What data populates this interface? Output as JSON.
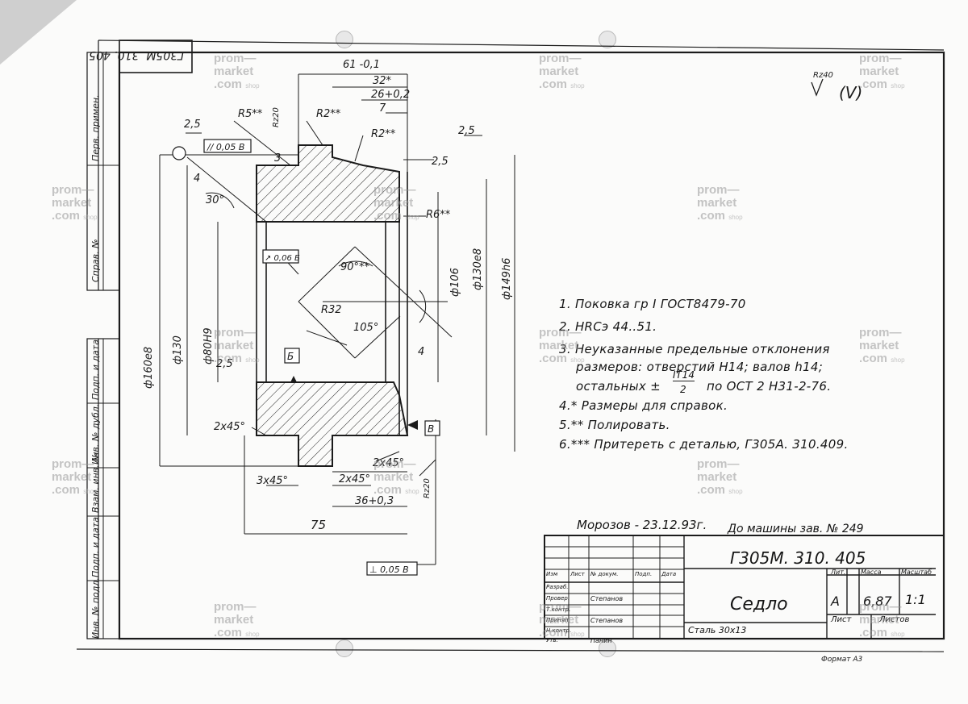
{
  "drawing": {
    "designation": "Г305М. 310. 405",
    "designation_corner": "Г305М. 310. 405",
    "part_name": "Седло",
    "material": "Сталь 30х13",
    "mass": "6,87",
    "scale": "1:1",
    "letter": "А",
    "format": "Формат А3",
    "roughness_general": "Rz40",
    "roughness_other": "(V)",
    "signature_note": "Морозов - 23.12.93г.",
    "machine_note": "До машины зав. № 249"
  },
  "notes": [
    "1. Поковка гр I ГОСТ8479-70",
    "2. НRCэ 44..51.",
    "3. Неуказанные предельные отклонения",
    "размеров: отверстий Н14; валов h14;",
    "остальных ±",
    "IT14",
    "2",
    "по ОСТ 2 Н31-2-76.",
    "4.* Размеры для справок.",
    "5.** Полировать.",
    "6.*** Притереть с деталью, Г305А. 310.409."
  ],
  "dimensions": {
    "d_160": "ф160е8",
    "d_130": "ф130",
    "d_80": "ф80Н9",
    "d_106": "ф106",
    "d_130e8": "ф130е8",
    "d_149": "ф149h6",
    "len_61": "61 -0,1",
    "len_32": "32*",
    "len_26": "26+0,2",
    "len_7": "7",
    "len_3": "3",
    "len_4": "4",
    "len_75": "75",
    "len_36": "36+0,3",
    "len_25": "2,5",
    "r5": "R5**",
    "r2a": "R2**",
    "r2b": "R2**",
    "rz20_a": "Rz20",
    "rz20_b": "Rz20",
    "r6": "R6**",
    "r32": "R32",
    "angle_90": "90°**",
    "angle_105": "105°",
    "angle_30": "30°",
    "chamfer_1": "2х45°",
    "chamfer_2": "3х45°",
    "chamfer_3": "2х45°",
    "chamfer_4": "2х45°",
    "rough_25a": "2,5",
    "rough_25b": "2,5",
    "rough_25c": "2,5",
    "rough_25d": "2,5",
    "rough_4": "4",
    "tol_parallel": "// 0,05 В",
    "tol_perp": "⊥ 0,05 В",
    "tol_runout": "↗ 0,06 Б",
    "datum_b": "Б",
    "datum_v": "В"
  },
  "title_block": {
    "row_headers": [
      "Изм",
      "Лист",
      "№ докум.",
      "Подп.",
      "Дата"
    ],
    "roles": [
      "Разраб.",
      "Провер.",
      "Т.контр.",
      "Принял",
      "Н.контр.",
      "Утв."
    ],
    "names": [
      "Степанов",
      "Степанов",
      "Панин"
    ],
    "col_lit": "Лит.",
    "col_mass": "Масса",
    "col_scale": "Масштаб",
    "col_sheet": "Лист",
    "col_sheets": "Листов"
  },
  "side_stamp": {
    "inv_orig": "Инв. № подл.",
    "sign_date": "Подп. и дата",
    "replace": "Взам. инв. №",
    "inv_dub": "Инв. № дубл.",
    "sign_date2": "Подп. и дата",
    "first_use": "Перв. примен.",
    "ref_no": "Справ. №"
  },
  "watermark": {
    "line1": "prom—",
    "line2": "market",
    "line3": ".com",
    "suffix": "shop"
  }
}
